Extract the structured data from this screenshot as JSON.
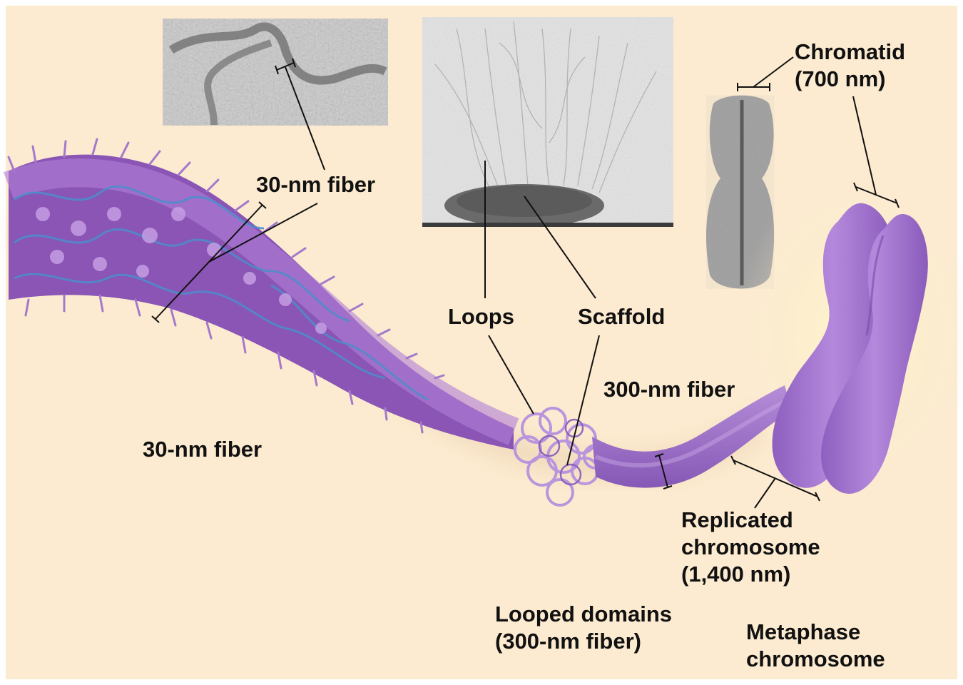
{
  "labels": {
    "fiber30_top": "30-nm fiber",
    "fiber30_bottom": "30-nm fiber",
    "loops": "Loops",
    "scaffold": "Scaffold",
    "fiber300": "300-nm fiber",
    "chromatid_line1": "Chromatid",
    "chromatid_line2": "(700 nm)",
    "replicated_line1": "Replicated",
    "replicated_line2": "chromosome",
    "replicated_line3": "(1,400 nm)",
    "looped_line1": "Looped domains",
    "looped_line2": "(300-nm fiber)",
    "metaphase_line1": "Metaphase",
    "metaphase_line2": "chromosome"
  },
  "colors": {
    "background": "#fcebd0",
    "fiber_purple": "#9a6ac4",
    "fiber_blue": "#4f90cc",
    "chromosome": "#9f72cc",
    "micrograph_gray": "#b8b8b8"
  }
}
